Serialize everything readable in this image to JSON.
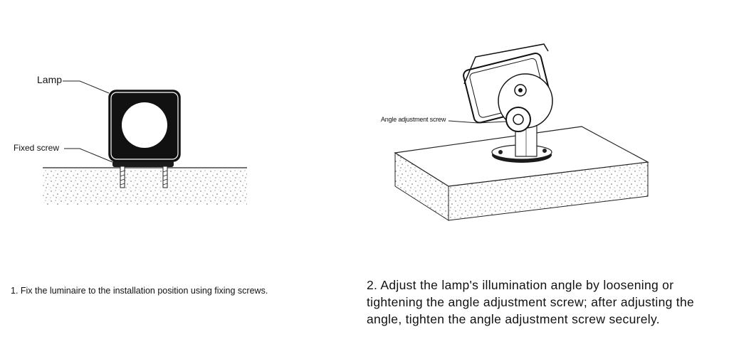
{
  "step1": {
    "labels": {
      "lamp": "Lamp",
      "fixed_screw": "Fixed screw"
    },
    "caption": "1. Fix the luminaire to the installation position using fixing screws."
  },
  "step2": {
    "labels": {
      "angle_adjustment_screw": "Angle adjustment screw"
    },
    "caption": "2. Adjust the lamp's illumination angle by loosening or tightening the angle adjustment screw; after adjusting the angle, tighten the angle adjustment screw securely."
  }
}
